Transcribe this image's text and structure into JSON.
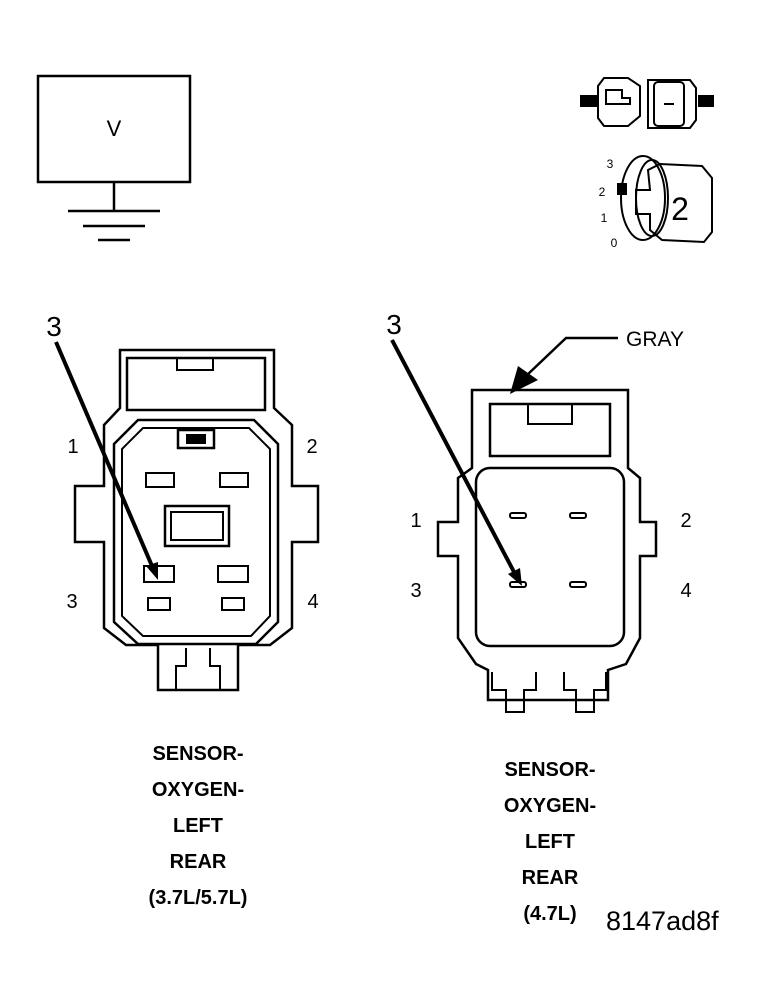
{
  "voltmeter": {
    "symbol": "V"
  },
  "ignition": {
    "positions": [
      "3",
      "2",
      "1",
      "0"
    ],
    "key_position": "2"
  },
  "connector_left": {
    "callout": "3",
    "pins": {
      "p1": "1",
      "p2": "2",
      "p3": "3",
      "p4": "4"
    },
    "caption": [
      "SENSOR-",
      "OXYGEN-",
      "LEFT",
      "REAR",
      "(3.7L/5.7L)"
    ]
  },
  "connector_right": {
    "callout": "3",
    "color_label": "GRAY",
    "pins": {
      "p1": "1",
      "p2": "2",
      "p3": "3",
      "p4": "4"
    },
    "caption": [
      "SENSOR-",
      "OXYGEN-",
      "LEFT",
      "REAR",
      "(4.7L)"
    ]
  },
  "figure_code": "8147ad8f"
}
